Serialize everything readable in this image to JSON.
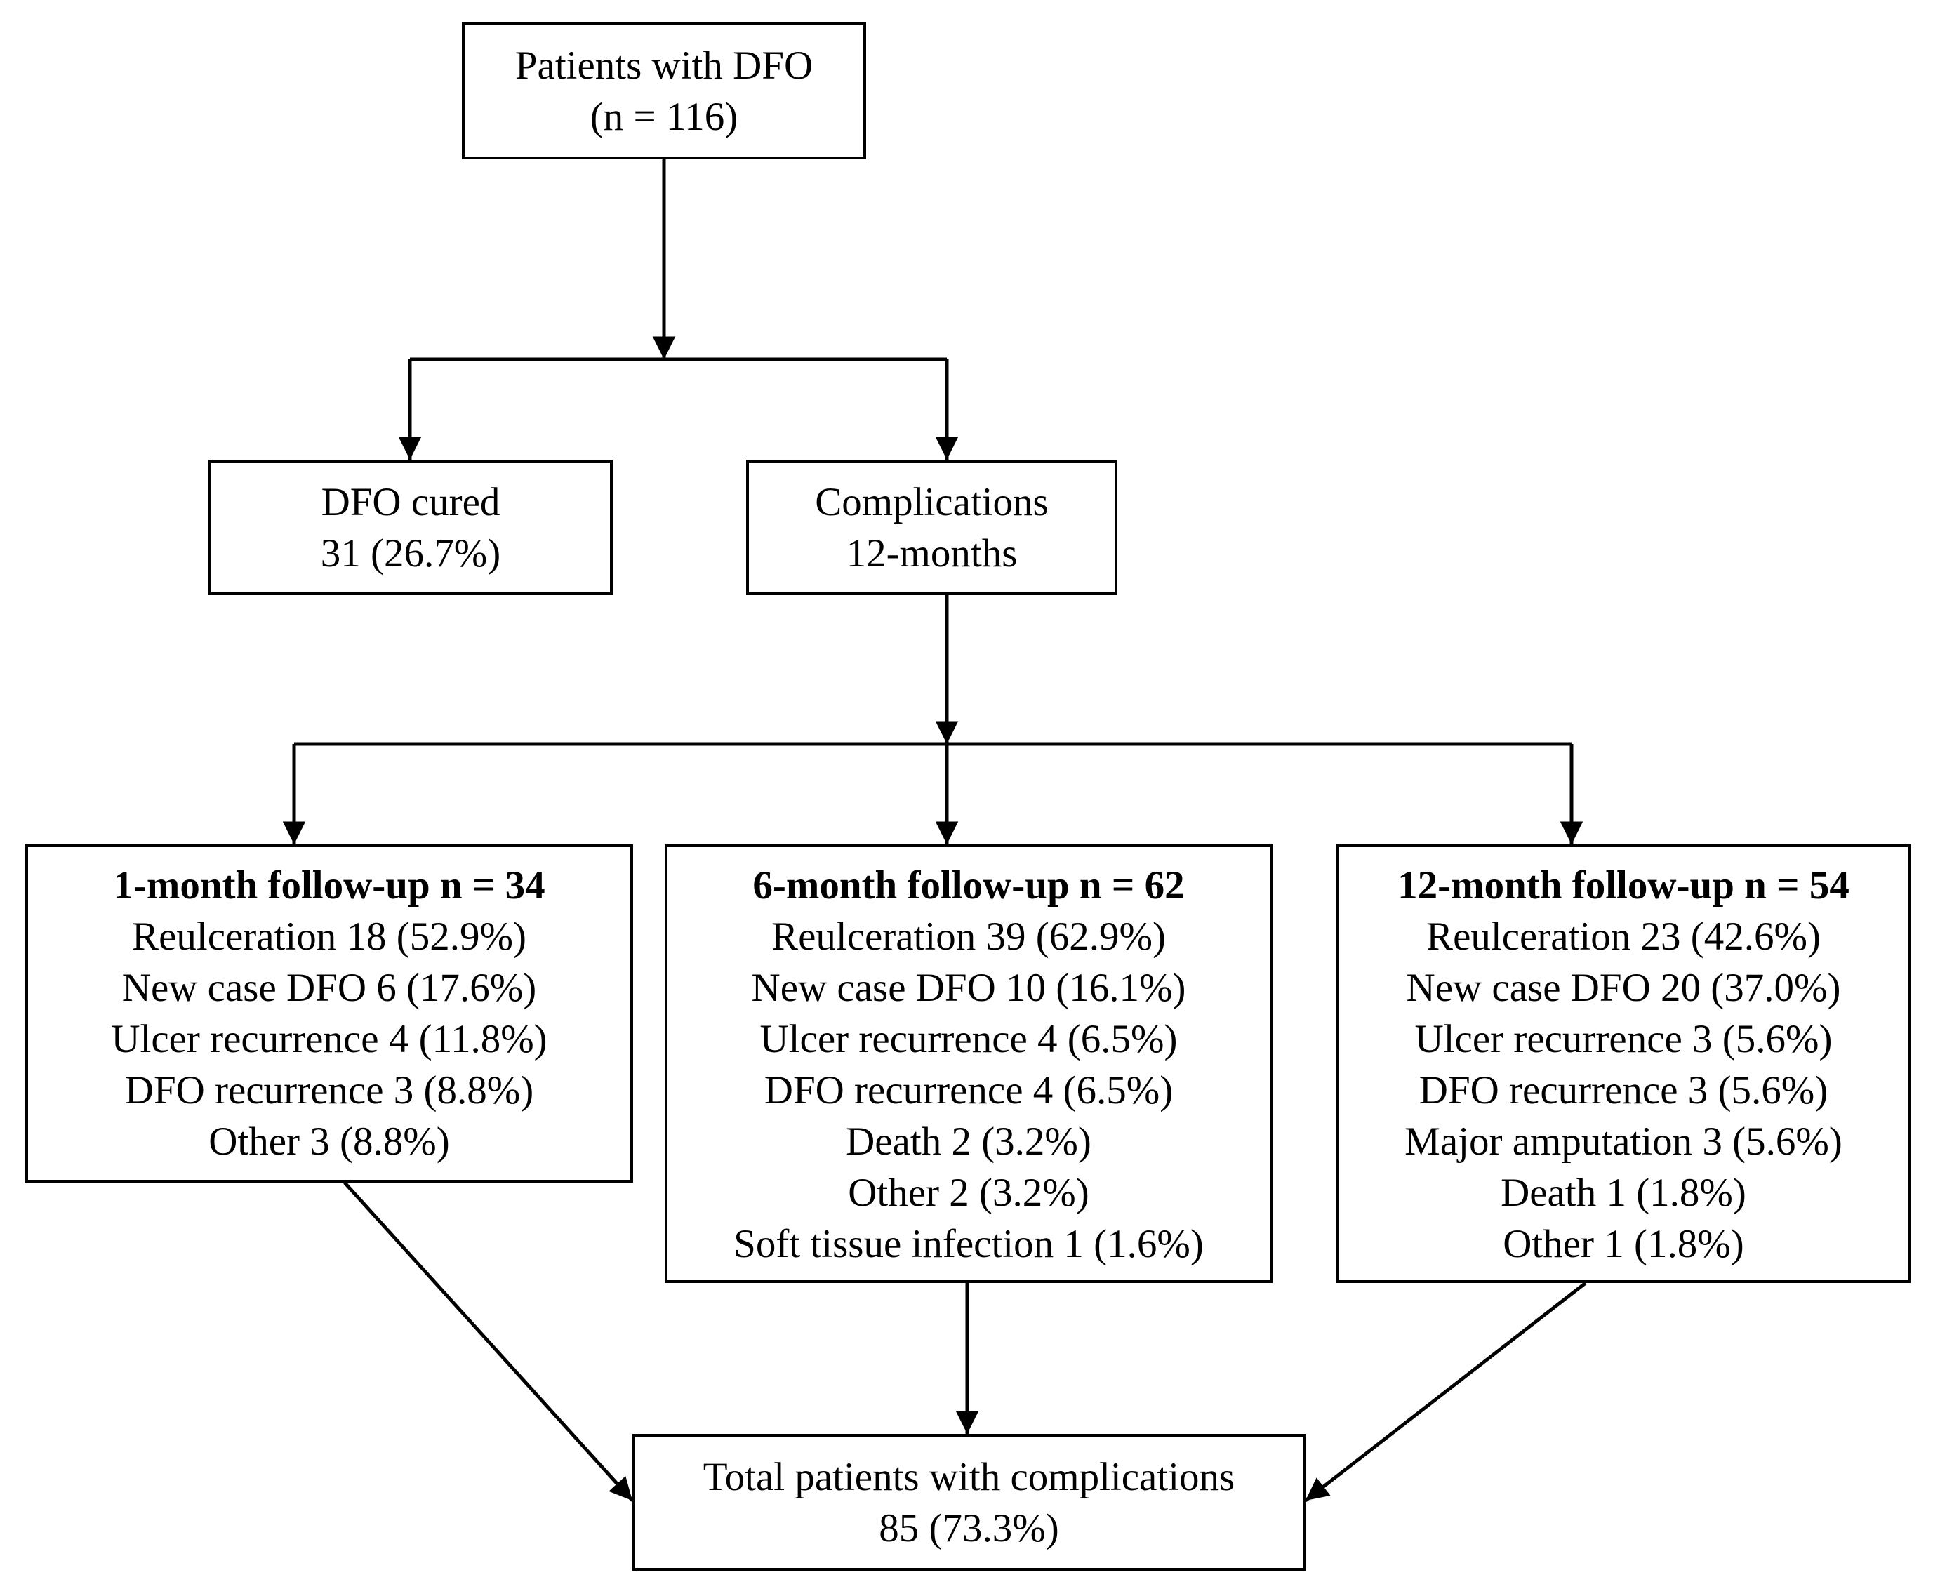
{
  "nodes": {
    "root": {
      "lines": [
        "Patients with DFO",
        "(n = 116)"
      ]
    },
    "cured": {
      "lines": [
        "DFO cured",
        "31 (26.7%)"
      ]
    },
    "complications": {
      "lines": [
        "Complications",
        "12-months"
      ]
    },
    "month1": {
      "heading": "1-month follow-up n = 34",
      "items": [
        "Reulceration 18 (52.9%)",
        "New case DFO 6 (17.6%)",
        "Ulcer recurrence 4 (11.8%)",
        "DFO recurrence 3 (8.8%)",
        "Other 3 (8.8%)"
      ]
    },
    "month6": {
      "heading": "6-month follow-up n = 62",
      "items": [
        "Reulceration 39 (62.9%)",
        "New case DFO 10 (16.1%)",
        "Ulcer recurrence 4 (6.5%)",
        "DFO recurrence 4 (6.5%)",
        "Death 2 (3.2%)",
        "Other 2 (3.2%)",
        "Soft tissue infection 1 (1.6%)"
      ]
    },
    "month12": {
      "heading": "12-month follow-up n = 54",
      "items": [
        "Reulceration 23 (42.6%)",
        "New case DFO 20 (37.0%)",
        "Ulcer recurrence 3 (5.6%)",
        "DFO recurrence 3 (5.6%)",
        "Major amputation 3 (5.6%)",
        "Death 1 (1.8%)",
        "Other 1 (1.8%)"
      ]
    },
    "total": {
      "lines": [
        "Total patients with complications",
        "85 (73.3%)"
      ]
    }
  },
  "edges": [
    {
      "from": "root",
      "to": "cured"
    },
    {
      "from": "root",
      "to": "complications"
    },
    {
      "from": "complications",
      "to": "month1"
    },
    {
      "from": "complications",
      "to": "month6"
    },
    {
      "from": "complications",
      "to": "month12"
    },
    {
      "from": "month1",
      "to": "total"
    },
    {
      "from": "month6",
      "to": "total"
    },
    {
      "from": "month12",
      "to": "total"
    }
  ],
  "colors": {
    "line": "#000000",
    "box_border": "#000000",
    "background": "#ffffff",
    "text": "#000000"
  }
}
